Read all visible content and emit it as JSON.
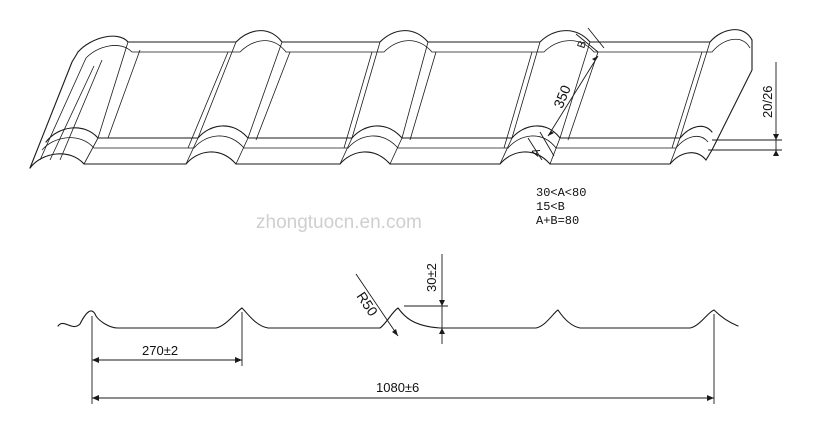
{
  "drawing": {
    "tile_3d": {
      "label_a": "A",
      "label_b": "B",
      "dim_length": "350",
      "dim_thickness": "20/26"
    },
    "notes": [
      "30<A<80",
      "15<B",
      "A+B=80"
    ],
    "watermark": "zhongtuocn.en.com",
    "profile": {
      "radius_label": "R50",
      "height_label": "30±2",
      "pitch_label": "270±2",
      "width_label": "1080±6"
    }
  }
}
